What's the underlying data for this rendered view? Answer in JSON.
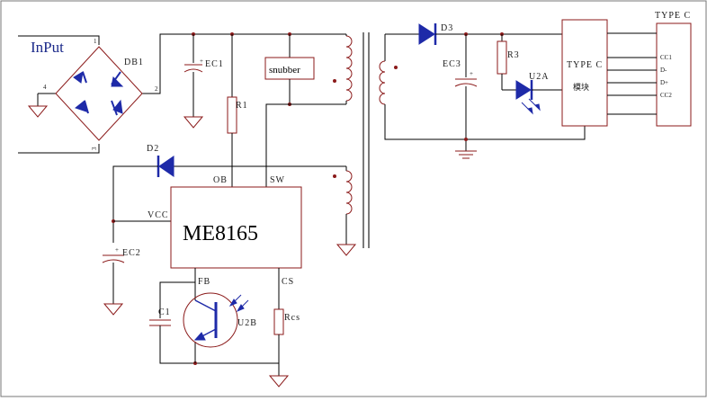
{
  "title": "InPut",
  "pins": {
    "p1": "1",
    "p2": "2",
    "p3": "3",
    "p4": "4"
  },
  "labels": {
    "db1": "DB1",
    "ec1": "EC1",
    "r1": "R1",
    "snubber": "snubber",
    "d2": "D2",
    "ob": "OB",
    "sw": "SW",
    "vcc": "VCC",
    "ic": "ME8165",
    "ec2": "EC2",
    "fb": "FB",
    "cs": "CS",
    "c1": "C1",
    "u2b": "U2B",
    "rcs": "Rcs",
    "d3": "D3",
    "ec3": "EC3",
    "r3": "R3",
    "u2a": "U2A",
    "module_title": "TYPE C",
    "module_sub": "模块",
    "connector_title": "TYPE C",
    "cc1": "CC1",
    "dminus": "D-",
    "dplus": "D+",
    "cc2": "CC2",
    "plus": "+"
  },
  "colors": {
    "wire": "#000000",
    "component": "#8b1a1a",
    "diode": "#1e2aa8",
    "title": "#1c2a8a"
  }
}
